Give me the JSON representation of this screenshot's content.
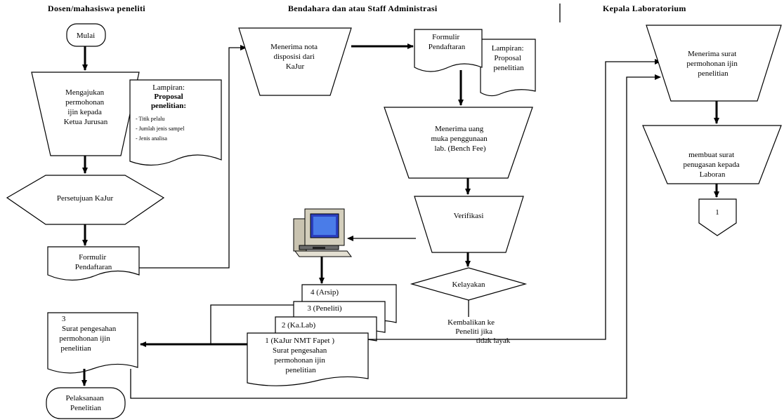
{
  "headers": {
    "col1": "Dosen/mahasiswa peneliti",
    "col2": "Bendahara dan atau Staff Administrasi",
    "col3": "Kepala Laboratorium"
  },
  "nodes": {
    "mulai": "Mulai",
    "mengajukan": [
      "Mengajukan",
      "permohonan",
      "ijin kepada",
      "Ketua Jurusan"
    ],
    "lampiran1": {
      "title": "Lampiran:",
      "bold": [
        "Proposal",
        "penelitian:"
      ],
      "items": [
        "- Titik pelalu",
        "- Jumlah jenis sampel",
        "- Jenis analisa"
      ]
    },
    "persetujuan": "Persetujuan KaJur",
    "formulir1": [
      "Formulir",
      "Pendaftaran"
    ],
    "menerima_nota": [
      "Menerima nota",
      "disposisi dari",
      "KaJur"
    ],
    "formulir2": [
      "Formulir",
      "Pendaftaran"
    ],
    "lampiran2": [
      "Lampiran:",
      "Proposal",
      "penelitian"
    ],
    "menerima_uang": [
      "Menerima uang",
      "muka penggunaan",
      "lab. (Bench Fee)"
    ],
    "verifikasi": "Verifikasi",
    "kelayakan": "Kelayakan",
    "kembalikan": [
      "Kembalikan ke",
      "Peneliti jika",
      "tidak layak"
    ],
    "copy4": "4 (Arsip)",
    "copy3": "3 (Peneliti)",
    "copy2": "2 (Ka.Lab)",
    "copy1": [
      "1 (KaJur NMT Fapet )",
      "Surat pengesahan",
      "permohonan ijin",
      "penelitian"
    ],
    "surat": [
      "3",
      "Surat pengesahan",
      "permohonan ijin",
      "penelitian"
    ],
    "pelaksanaan": [
      "Pelaksanaan",
      "Penelitian"
    ],
    "menerima_surat": [
      "Menerima surat",
      "permohonan ijin",
      "penelitian"
    ],
    "membuat_surat": [
      "membuat surat",
      "penugasan kepada",
      "Laboran"
    ],
    "connector": "1"
  }
}
